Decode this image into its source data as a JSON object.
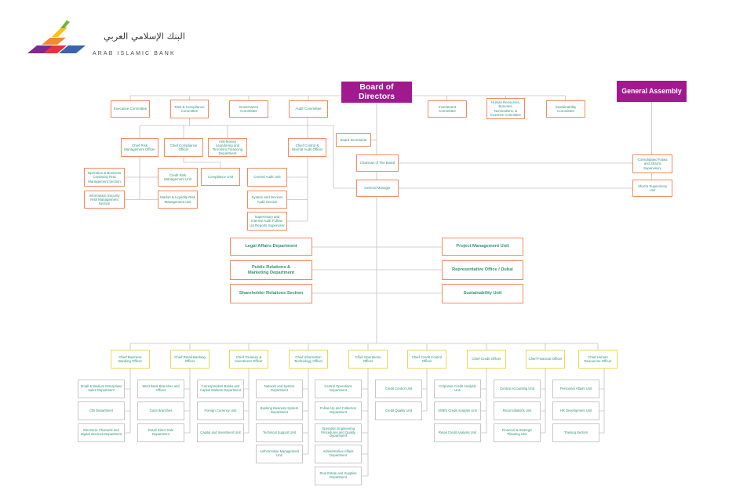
{
  "logo": {
    "icon": "bank-logo-icon",
    "arabic_name": "البنك الإسلامي العربي",
    "english_name": "ARAB ISLAMIC BANK"
  },
  "colors": {
    "purple": "#a1198e",
    "orange": "#f08b62",
    "yellow": "#e6d95e",
    "grey": "#c8c8c8",
    "text": "#2f9277",
    "connector": "#c2c2c2"
  },
  "governance": {
    "board_of_directors": "Board of Directors",
    "general_assembly": "General Assembly",
    "board_secretariat": "Board Secretariat",
    "chairman": "Chairman of The Board",
    "general_manager": "General Manager",
    "sharia_board": "Consolidated Fatwa and Shari'a Supervisory",
    "sharia_unit": "Shari'a Supervisory Unit"
  },
  "committees": {
    "executive": "Executive Committee",
    "risk_compliance": "Risk & Compliance Committee",
    "governance": "Governance Committee",
    "audit": "Audit Committee",
    "investment": "Investment Committee",
    "hr": "Human Resources, Bonuses, Nominations, & Incentive Committee",
    "sustainability": "Sustainability Committee"
  },
  "control": {
    "chief_risk": "Chief Risk Management Officer",
    "chief_compliance": "Chief Compliance Officer",
    "aml": "Anti-Money Laundering and Terrorism Financing Department",
    "chief_audit": "Chief Control & Internal Audit Officer",
    "risk_units": [
      "Operation & Business Continuity Risk Management Section",
      "Information Security Risk Management Section",
      "Credit Risk Management Unit",
      "Market & Liquidity Risk Management unit"
    ],
    "compliance_unit": "Compliance Unit",
    "audit_units": [
      "Central Audit Unit",
      "System and Devices Audit Section",
      "Supervisory and Internal Audit Follow-Up Reports Supervisor"
    ]
  },
  "gm_departments": {
    "left": [
      "Legal Affairs Department",
      "Public Relations & Marketing Department",
      "Shareholder Relations Section"
    ],
    "right": [
      "Project Management Unit",
      "Representative Office / Dubai",
      "Sustainability Unit"
    ]
  },
  "chiefs": [
    {
      "title": "Chief Business Banking Officer",
      "units": [
        "Small & Medium Enterprises Sales Department",
        "CIB Department",
        "Electronic Channels and Digital Services Department"
      ]
    },
    {
      "title": "Chief Retail Banking Officer",
      "units": [
        "West Bank Branches and Offices",
        "Gaza Branches",
        "Retail Direct Sale Department"
      ]
    },
    {
      "title": "Chief Treasury & Investment Officer",
      "units": [
        "Correspondent Banks and Capital Markets Department",
        "Foreign Currency Unit",
        "Capital and Investment Unit"
      ]
    },
    {
      "title": "Chief Information Technology Officer",
      "units": [
        "Network and System Department",
        "Banking Business System Department",
        "Technical Support Unit",
        "Authorization Management Unit"
      ]
    },
    {
      "title": "Chief Operations Officer",
      "units": [
        "Central Operations Department",
        "Follow Up and Collection Department",
        "Operation Engineering Procedures and Quality Department",
        "Administrative Affairs Department",
        "Real Estate and Supplies Department"
      ]
    },
    {
      "title": "Chief Credit Control Officer",
      "units": [
        "Credit Control Unit",
        "Credit Quality Unit"
      ]
    },
    {
      "title": "Chief Credit Officer",
      "units": [
        "Corporate Credit Analysis Unit",
        "SME's Credit Analysis Unit",
        "Retail Credit Analysis Unit"
      ]
    },
    {
      "title": "Chief Financial Officer",
      "units": [
        "Central Accounting Unit",
        "Reconciliations Unit",
        "Financial & Strategic Planning Unit"
      ]
    },
    {
      "title": "Chief Human Resources Officer",
      "units": [
        "Personnel Affairs Unit",
        "HR Development Unit",
        "Training Section"
      ]
    }
  ]
}
